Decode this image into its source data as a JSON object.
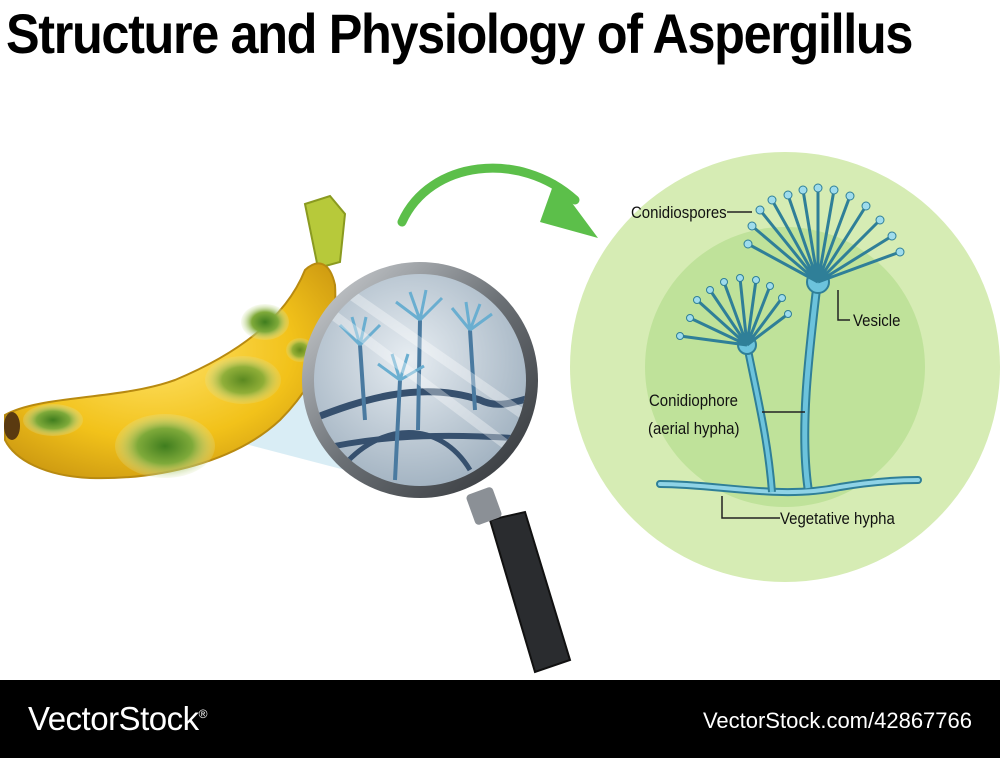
{
  "title": "Structure and Physiology of Aspergillus",
  "labels": {
    "conidiospores": "Conidiospores",
    "vesicle": "Vesicle",
    "conidiophore": "Conidiophore",
    "aerial_hypha": "(aerial hypha)",
    "vegetative_hypha": "Vegetative hypha"
  },
  "footer": {
    "brand": "VectorStock",
    "registered_mark": "®",
    "image_id": "VectorStock.com/42867766"
  },
  "colors": {
    "circle_outer": "#d6ecb4",
    "circle_inner": "#bfe29a",
    "fungus": "#62b8d2",
    "fungus_outline": "#2f7f98",
    "arrow": "#5cbf4a",
    "banana": "#f2c21a",
    "footer_bg": "#000000"
  },
  "icons": {
    "banana": "moldy-banana-illustration",
    "magnifier": "magnifying-glass-icon",
    "arrow": "curved-arrow-icon"
  }
}
